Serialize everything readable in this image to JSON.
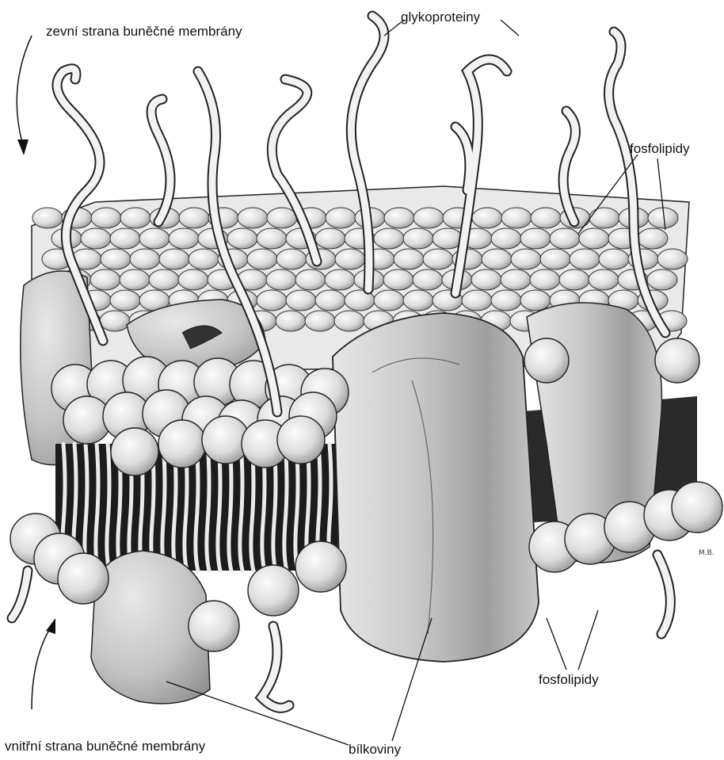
{
  "labels": {
    "outer_side": "zevní strana buněčné membrány",
    "inner_side": "vnitřní strana buněčné membrány",
    "glycoproteins": "glykoproteiny",
    "phospholipids_top": "fosfolipidy",
    "phospholipids_bottom": "fosfolipidy",
    "proteins": "bílkoviny"
  },
  "signature": "M.B.",
  "colors": {
    "line": "#111111",
    "head_fill": "#e6e6e6",
    "protein_fill": "#cfcfcf",
    "tail_dark": "#151515",
    "text": "#111111"
  }
}
